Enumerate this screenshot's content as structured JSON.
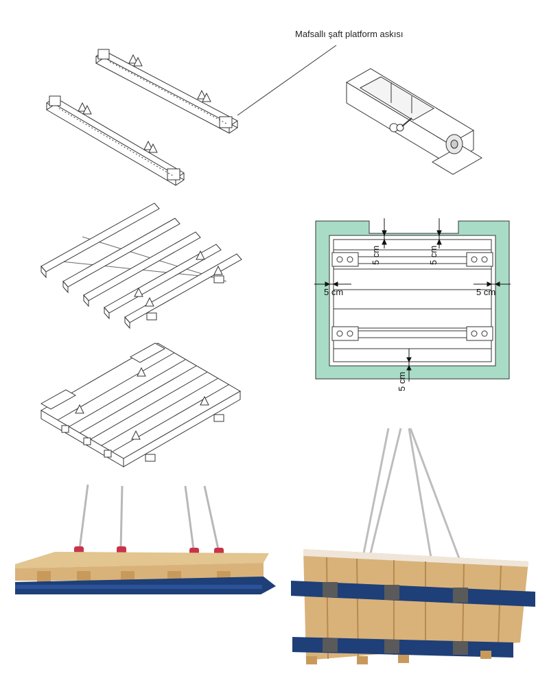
{
  "callout": {
    "label": "Mafsallı şaft platform askısı"
  },
  "layout_plan": {
    "dimensions": {
      "top_left": "5 cm",
      "top_right": "5 cm",
      "left": "5 cm",
      "right": "5 cm",
      "bottom": "5 cm"
    },
    "colors": {
      "shaft_fill": "#a8dcc6",
      "outline": "#222222"
    }
  },
  "photos": {
    "wood_color": "#d9b27a",
    "beam_color": "#1e3f78",
    "sling_color": "#b8b8b8",
    "hook_color": "#c8344a"
  }
}
